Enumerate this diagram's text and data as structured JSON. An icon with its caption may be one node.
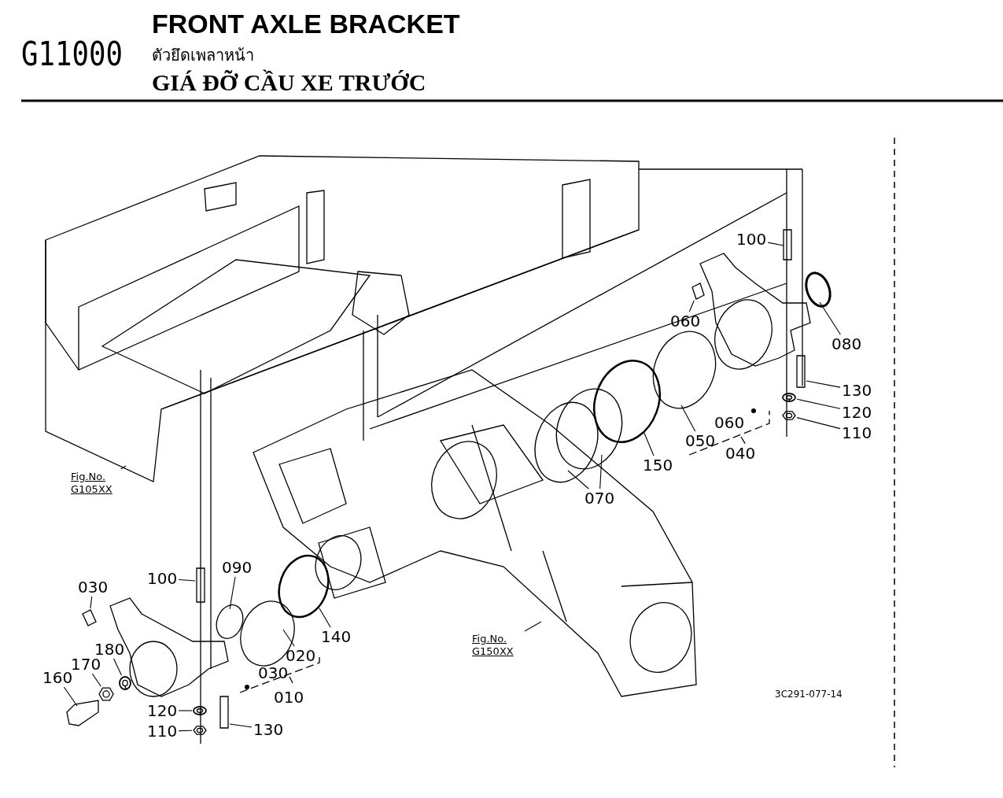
{
  "diagram": {
    "title": "FRONT AXLE BRACKET",
    "nodes": [
      {
        "text": [
          "100"
        ]
      },
      {
        "text": [
          "060"
        ]
      },
      {
        "text": [
          "080"
        ]
      },
      {
        "text": [
          "130"
        ]
      },
      {
        "text": [
          "120"
        ]
      },
      {
        "text": [
          "110"
        ]
      },
      {
        "text": [
          "050"
        ]
      },
      {
        "text": [
          "150"
        ]
      },
      {
        "text": [
          "070"
        ]
      },
      {
        "text": [
          "Fig.No. G105XX"
        ]
      },
      {
        "text": [
          "100"
        ]
      },
      {
        "text": [
          "090"
        ]
      },
      {
        "text": [
          "030"
        ]
      },
      {
        "text": [
          "180"
        ]
      },
      {
        "text": [
          "170"
        ]
      },
      {
        "text": [
          "160"
        ]
      },
      {
        "text": [
          "020"
        ]
      },
      {
        "text": [
          "140"
        ]
      },
      {
        "text": [
          "Fig.No. G150XX"
        ]
      },
      {
        "text": [
          "120"
        ]
      },
      {
        "text": [
          "110"
        ]
      },
      {
        "text": [
          "130"
        ]
      },
      {
        "text": [],
        "shape": "picture"
      },
      {
        "text": [],
        "shape": "picture"
      },
      {
        "text": [],
        "shape": "picture"
      },
      {
        "text": [],
        "shape": "picture"
      },
      {
        "text": [],
        "shape": "picture"
      },
      {
        "text": [],
        "shape": "picture"
      },
      {
        "text": [],
        "shape": "picture"
      },
      {
        "text": [],
        "shape": "picture"
      }
    ],
    "edges": [
      {
        "from": 0,
        "to": null,
        "arrow": "none"
      },
      {
        "from": 1,
        "to": 22,
        "arrow": "none"
      },
      {
        "from": 2,
        "to": null,
        "arrow": "none"
      },
      {
        "from": 3,
        "to": null,
        "arrow": "none"
      },
      {
        "from": 4,
        "to": 23,
        "arrow": "none"
      },
      {
        "from": 5,
        "to": 24,
        "arrow": "none"
      },
      {
        "from": 6,
        "to": null,
        "arrow": "none"
      },
      {
        "from": 7,
        "to": null,
        "arrow": "none"
      },
      {
        "from": 8,
        "to": null,
        "arrow": "none"
      },
      {
        "from": 8,
        "to": null,
        "arrow": "none"
      },
      {
        "from": 9,
        "to": null,
        "arrow": "none"
      },
      {
        "from": 10,
        "to": null,
        "arrow": "none"
      },
      {
        "from": 11,
        "to": null,
        "arrow": "none"
      },
      {
        "from": 12,
        "to": 25,
        "arrow": "none"
      },
      {
        "from": 13,
        "to": 26,
        "arrow": "none"
      },
      {
        "from": 14,
        "to": 27,
        "arrow": "none"
      },
      {
        "from": 15,
        "to": null,
        "arrow": "none"
      },
      {
        "from": 16,
        "to": null,
        "arrow": "none"
      },
      {
        "from": 17,
        "to": null,
        "arrow": "none"
      },
      {
        "from": 18,
        "to": null,
        "arrow": "none"
      },
      {
        "from": 19,
        "to": 28,
        "arrow": "none"
      },
      {
        "from": 20,
        "to": 29,
        "arrow": "none"
      },
      {
        "from": 21,
        "to": null,
        "arrow": "none"
      }
    ],
    "labels": [
      "G11000",
      "ตัวยึดเพลาหน้า",
      "GIÁ ĐỠ CẦU XE TRƯỚC",
      "060",
      "040",
      "030",
      "010",
      "3C291-077-14"
    ]
  }
}
